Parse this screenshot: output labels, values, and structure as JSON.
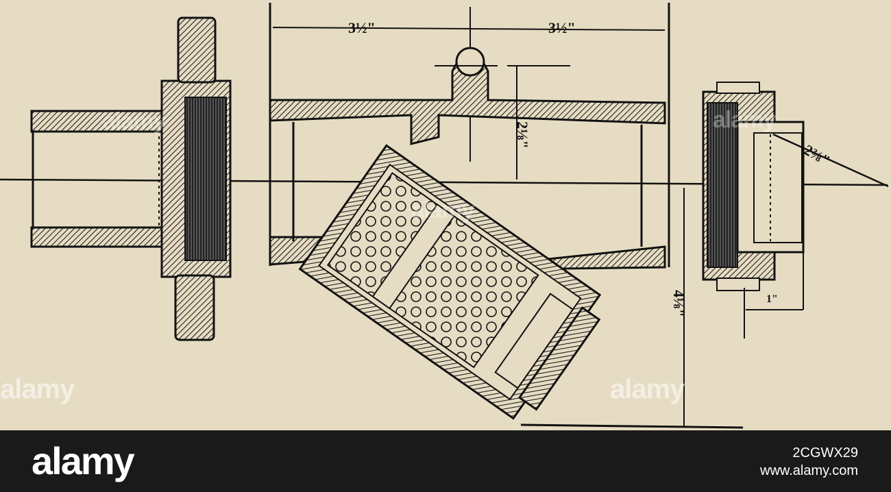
{
  "drawing": {
    "dimensions": {
      "top_left": "3½\"",
      "top_right": "3½\"",
      "vertical_mid": "2⅛\"",
      "right_angle": "2⅜\"",
      "vertical_low": "4⅛\"",
      "small_right": "1\""
    },
    "watermarks": [
      "alamy",
      "alamy",
      "alamy",
      "alamy",
      "alamy"
    ]
  },
  "footer": {
    "logo": "alamy",
    "image_id": "2CGWX29",
    "site": "www.alamy.com"
  },
  "colors": {
    "paper": "#e6dcc3",
    "ink": "#111111",
    "footer": "#1a1a1a"
  }
}
